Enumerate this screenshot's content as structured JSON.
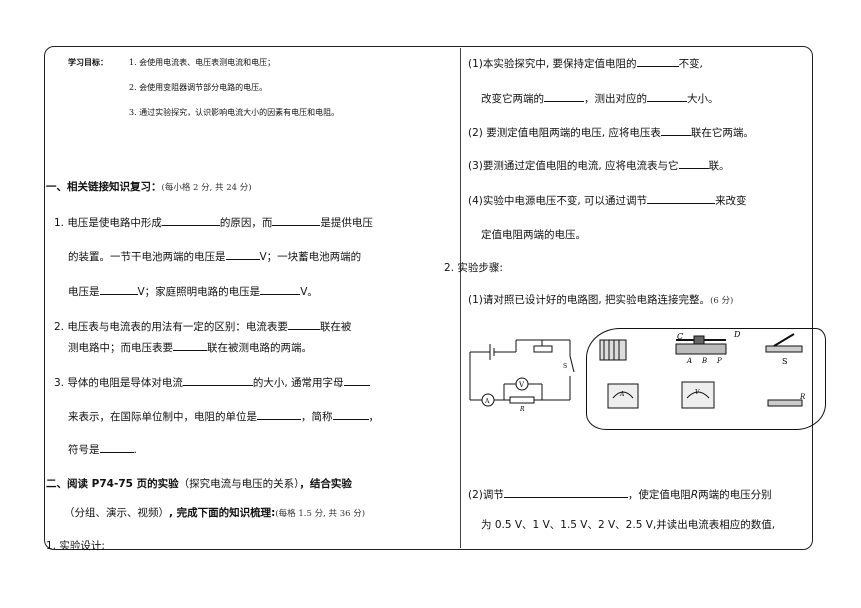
{
  "goals": {
    "label": "学习目标：",
    "items": [
      "1. 会使用电流表、电压表测电流和电压；",
      "2. 会使用变阻器调节部分电路的电压。",
      "3. 通过实验探究，认识影响电流大小的因素有电压和电阻。"
    ]
  },
  "section1": {
    "heading": "一、相关链接知识复习：",
    "score": "(每小格 2 分, 共 24 分)",
    "q1": {
      "line1a": "1. 电压是使电路中形成",
      "line1b": "的原因，而",
      "line1c": "是提供电压",
      "line2a": "的装置。一节干电池两端的电压是",
      "line2b": "V；一块蓄电池两端的",
      "line3a": "电压是",
      "line3b": "V；家庭照明电路的电压是",
      "line3c": "V。"
    },
    "q2": {
      "line1a": "2. 电压表与电流表的用法有一定的区别：电流表要",
      "line1b": "联在被",
      "line2a": "测电路中；而电压表要",
      "line2b": "联在被测电路的两端。"
    },
    "q3": {
      "line1a": "3. 导体的电阻是导体对电流",
      "line1b": "的大小, 通常用字母",
      "line2a": "来表示，在国际单位制中，电阻的单位是",
      "line2b": "，简称",
      "line2c": "，",
      "line3a": "符号是",
      "line3b": "."
    }
  },
  "section2": {
    "heading_a": "二、阅读 P74-75 页的实验",
    "heading_paren": "（探究电流与电压的关系）",
    "heading_b": "，结合实验",
    "line2_paren": "（分组、演示、视频）",
    "line2_b": ", 完成下面的知识梳理:",
    "score": "(每格 1.5 分, 共 36 分)",
    "design": "1. 实验设计:"
  },
  "right": {
    "r1a": "(1)本实验探究中, 要保持定值电阻的",
    "r1b": "不变,",
    "r2a": "改变它两端的",
    "r2b": "，测出对应的",
    "r2c": "大小。",
    "r3a": "(2) 要测定值电阻两端的电压, 应将电压表",
    "r3b": "联在它两端。",
    "r4a": "(3)要测通过定值电阻的电流, 应将电流表与它",
    "r4b": "联。",
    "r5a": "(4)实验中电源电压不变, 可以通过调节",
    "r5b": "来改变",
    "r6": "定值电阻两端的电压。",
    "steps": "2. 实验步骤:",
    "s1": "(1)请对照已设计好的电路图, 把实验电路连接完整。",
    "s1score": "(6 分)",
    "s2a": "(2)调节",
    "s2b": "，使定值电阻",
    "s2R": "R",
    "s2c": "两端的电压分别",
    "s3": "为 0.5 V、1 V、1.5 V、2 V、2.5 V,并读出电流表相应的数值,"
  },
  "diagram": {
    "S": "S",
    "V": "V",
    "A": "A",
    "R": "R",
    "C": "C",
    "D": "D",
    "A2": "A",
    "B": "B",
    "P": "P",
    "R2": "R"
  }
}
